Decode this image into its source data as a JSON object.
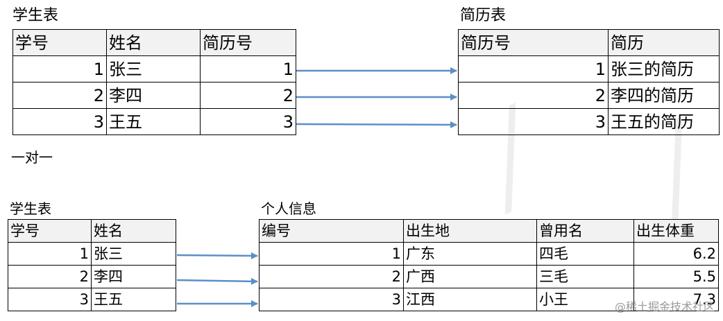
{
  "top": {
    "student_title": "学生表",
    "resume_title": "简历表",
    "student_table": {
      "headers": [
        "学号",
        "姓名",
        "简历号"
      ],
      "rows": [
        [
          "1",
          "张三",
          "1"
        ],
        [
          "2",
          "李四",
          "2"
        ],
        [
          "3",
          "王五",
          "3"
        ]
      ]
    },
    "resume_table": {
      "headers": [
        "简历号",
        "简历"
      ],
      "rows": [
        [
          "1",
          "张三的简历"
        ],
        [
          "2",
          "李四的简历"
        ],
        [
          "3",
          "王五的简历"
        ]
      ]
    }
  },
  "relation_label": "一对一",
  "bottom": {
    "student_title": "学生表",
    "info_title": "个人信息",
    "student_table": {
      "headers": [
        "学号",
        "姓名"
      ],
      "rows": [
        [
          "1",
          "张三"
        ],
        [
          "2",
          "李四"
        ],
        [
          "3",
          "王五"
        ]
      ]
    },
    "info_table": {
      "headers": [
        "编号",
        "出生地",
        "曾用名",
        "出生体重"
      ],
      "rows": [
        [
          "1",
          "广东",
          "四毛",
          "6.2"
        ],
        [
          "2",
          "广西",
          "三毛",
          "5.5"
        ],
        [
          "3",
          "江西",
          "小王",
          "7.3"
        ]
      ]
    }
  },
  "watermark": "@稀土掘金技术社区",
  "colors": {
    "arrow": "#5b8fc7",
    "header_bg": "#f2f2f2",
    "border": "#000000"
  }
}
